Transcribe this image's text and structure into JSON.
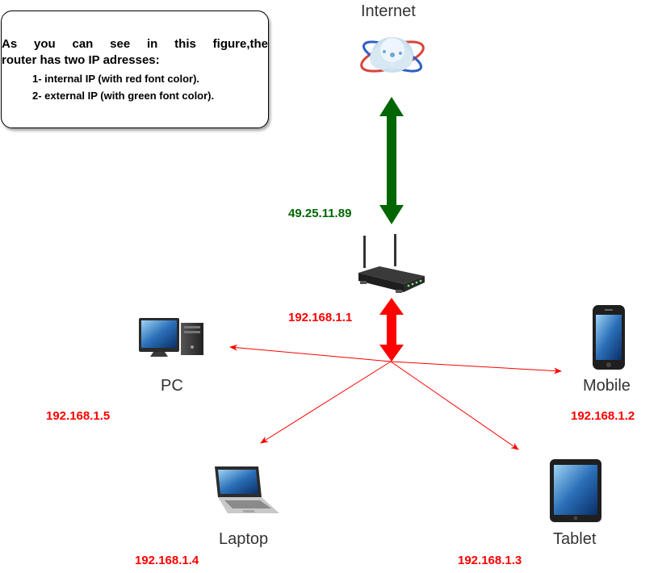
{
  "note": {
    "line1": "As you can see in this figure,the",
    "line2": "router has two IP adresses:",
    "items": [
      "1- internal IP (with red font color).",
      "2- external IP (with green font color)."
    ]
  },
  "nodes": {
    "internet": {
      "label": "Internet"
    },
    "router": {
      "external_ip": "49.25.11.89",
      "internal_ip": "192.168.1.1"
    },
    "pc": {
      "label": "PC",
      "ip": "192.168.1.5"
    },
    "mobile": {
      "label": "Mobile",
      "ip": "192.168.1.2"
    },
    "laptop": {
      "label": "Laptop",
      "ip": "192.168.1.4"
    },
    "tablet": {
      "label": "Tablet",
      "ip": "192.168.1.3"
    }
  },
  "colors": {
    "external": "#006600",
    "internal": "#ff0000",
    "label": "#333333"
  },
  "icons": {
    "internet": "globe-cloud-icon",
    "router": "wireless-router-icon",
    "pc": "desktop-computer-icon",
    "mobile": "smartphone-icon",
    "laptop": "laptop-icon",
    "tablet": "tablet-icon"
  }
}
